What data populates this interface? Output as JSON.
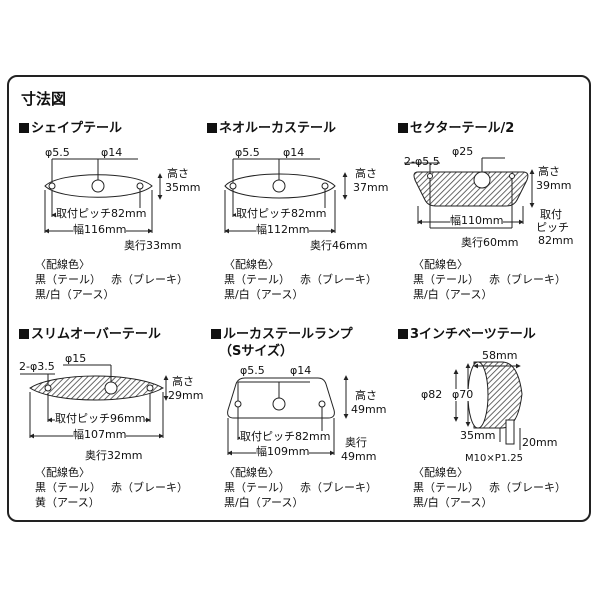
{
  "title": "寸法図",
  "wiring": {
    "header": "〈配線色〉",
    "black_tail": "黒（テール）",
    "red_brake": "赤（ブレーキ）",
    "black_white_earth": "黒/白（アース）",
    "yellow_earth": "黄（アース）"
  },
  "products": {
    "shape": {
      "name": "シェイプテール",
      "hole_small": "φ5.5",
      "hole_large": "φ14",
      "height_label": "高さ",
      "height_value": "35mm",
      "pitch": "取付ピッチ82mm",
      "width": "幅116mm",
      "depth": "奥行33mm"
    },
    "neo": {
      "name": "ネオルーカステール",
      "hole_small": "φ5.5",
      "hole_large": "φ14",
      "height_label": "高さ",
      "height_value": "37mm",
      "pitch": "取付ピッチ82mm",
      "width": "幅112mm",
      "depth": "奥行46mm"
    },
    "sector": {
      "name": "セクターテール/2",
      "hole_small": "2-φ5.5",
      "hole_large": "φ25",
      "height_label": "高さ",
      "height_value": "39mm",
      "width": "幅110mm",
      "pitch_label_1": "取付",
      "pitch_label_2": "ピッチ",
      "pitch_value": "82mm",
      "depth": "奥行60mm"
    },
    "slim": {
      "name": "スリムオーバーテール",
      "hole_small": "2-φ3.5",
      "hole_large": "φ15",
      "height_label": "高さ",
      "height_value": "29mm",
      "pitch": "取付ピッチ96mm",
      "width": "幅107mm",
      "depth": "奥行32mm"
    },
    "lucas_s": {
      "name": "ルーカステールランプ",
      "subname": "（Sサイズ）",
      "hole_small": "φ5.5",
      "hole_large": "φ14",
      "height_label": "高さ",
      "height_value": "49mm",
      "pitch": "取付ピッチ82mm",
      "width": "幅109mm",
      "depth_label": "奥行",
      "depth_value": "49mm"
    },
    "bates": {
      "name": "3インチベーツテール",
      "length": "58mm",
      "outer_dia": "φ82",
      "inner_dia": "φ70",
      "stem_len": "35mm",
      "stem_h": "20mm",
      "thread": "M10×P1.25"
    }
  },
  "colors": {
    "hatch": "#555555",
    "line": "#222222"
  }
}
